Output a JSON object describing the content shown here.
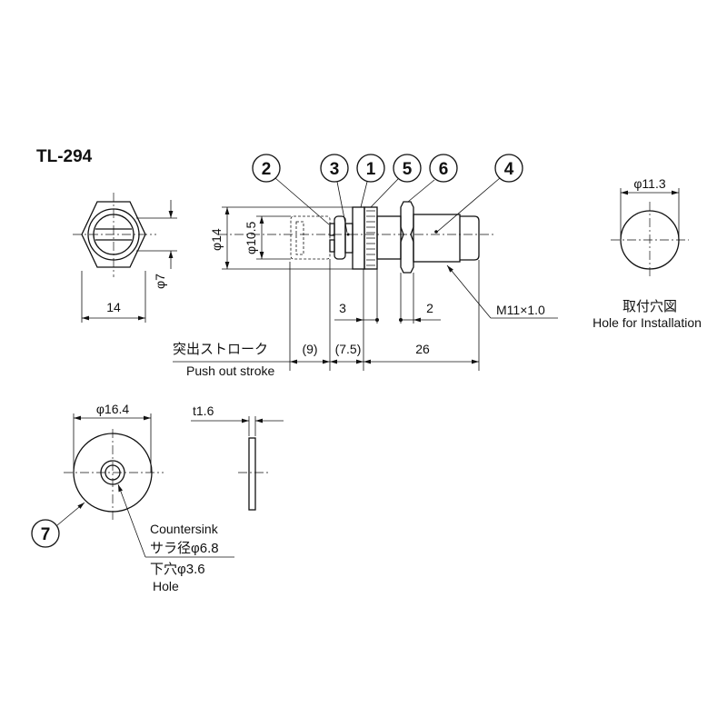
{
  "title": "TL-294",
  "balloons": [
    "1",
    "2",
    "3",
    "4",
    "5",
    "6",
    "7"
  ],
  "front_view": {
    "width_dim": "14",
    "dia_dim": "φ7"
  },
  "side_view": {
    "dia_outer": "φ14",
    "dia_inner": "φ10.5",
    "dim_3": "3",
    "dim_2": "2",
    "stroke_9": "(9)",
    "dim_7_5": "(7.5)",
    "dim_26": "26",
    "stroke_jp": "突出ストローク",
    "stroke_en": "Push out stroke",
    "thread": "M11×1.0"
  },
  "install_hole": {
    "dia": "φ11.3",
    "label_jp": "取付穴図",
    "label_en": "Hole for Installation"
  },
  "washer": {
    "dia": "φ16.4",
    "thickness": "t1.6",
    "countersink_en": "Countersink",
    "countersink_jp": "サラ径φ6.8",
    "hole_jp": "下穴φ3.6",
    "hole_en": "Hole"
  }
}
